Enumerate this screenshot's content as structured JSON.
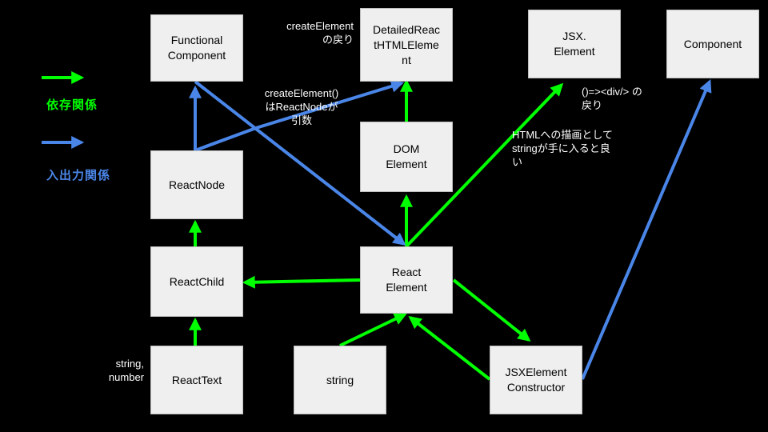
{
  "colors": {
    "background": "#000000",
    "node_fill": "#efefef",
    "dependency": "#00ff00",
    "io": "#4a86e8",
    "note_text": "#ffffff"
  },
  "legend": {
    "dependency_label": "依存関係",
    "io_label": "入出力関係"
  },
  "nodes": {
    "functional_component": "Functional\nComponent",
    "detailed_react_html_element": "DetailedReac\ntHTMLEleme\nnt",
    "jsx_element": "JSX.\nElement",
    "component": "Component",
    "dom_element": "DOM\nElement",
    "react_node": "ReactNode",
    "react_child": "ReactChild",
    "react_element": "React\nElement",
    "react_text": "ReactText",
    "string": "string",
    "jsx_element_constructor": "JSXElement\nConstructor"
  },
  "notes": {
    "create_element_return": "createElement\nの戻り",
    "create_element_arg": "createElement()\nはReactNodeが\n引数",
    "arrow_div_return": "()=><div/> の\n戻り",
    "html_render_note": "HTMLへの描画として\nstringが手に入ると良\nい",
    "string_number": "string,\nnumber"
  },
  "edges": [
    {
      "from": "react_child",
      "to": "react_node",
      "kind": "dependency"
    },
    {
      "from": "react_text",
      "to": "react_child",
      "kind": "dependency"
    },
    {
      "from": "react_element",
      "to": "react_child",
      "kind": "dependency"
    },
    {
      "from": "react_element",
      "to": "dom_element",
      "kind": "dependency"
    },
    {
      "from": "dom_element",
      "to": "detailed_react_html_element",
      "kind": "dependency"
    },
    {
      "from": "react_element",
      "to": "jsx_element",
      "kind": "dependency"
    },
    {
      "from": "string",
      "to": "react_element",
      "kind": "dependency"
    },
    {
      "from": "jsx_element_constructor",
      "to": "react_element",
      "kind": "dependency"
    },
    {
      "from": "react_element",
      "to": "jsx_element_constructor",
      "kind": "dependency"
    },
    {
      "from": "react_node",
      "to": "functional_component",
      "kind": "io"
    },
    {
      "from": "react_node",
      "to": "detailed_react_html_element",
      "kind": "io"
    },
    {
      "from": "functional_component",
      "to": "react_element",
      "kind": "io"
    },
    {
      "from": "jsx_element_constructor",
      "to": "component",
      "kind": "io"
    }
  ]
}
